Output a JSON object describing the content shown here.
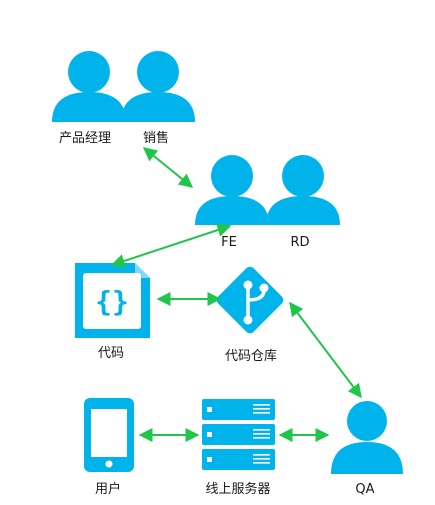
{
  "colors": {
    "icon": "#00b3ea",
    "arrow": "#1fc64a",
    "text": "#1a1a1a"
  },
  "nodes": {
    "product_manager": {
      "label": "产品经理",
      "icon": "person-icon"
    },
    "sales": {
      "label": "销售",
      "icon": "person-icon"
    },
    "fe": {
      "label": "FE",
      "icon": "person-icon"
    },
    "rd": {
      "label": "RD",
      "icon": "person-icon"
    },
    "code": {
      "label": "代码",
      "icon": "code-file-icon"
    },
    "repo": {
      "label": "代码仓库",
      "icon": "git-repo-icon"
    },
    "user": {
      "label": "用户",
      "icon": "mobile-phone-icon"
    },
    "server": {
      "label": "线上服务器",
      "icon": "server-rack-icon"
    },
    "qa": {
      "label": "QA",
      "icon": "person-icon"
    }
  },
  "edges": [
    {
      "from": "sales",
      "to": "fe",
      "direction": "both"
    },
    {
      "from": "fe",
      "to": "code",
      "direction": "both"
    },
    {
      "from": "code",
      "to": "repo",
      "direction": "both"
    },
    {
      "from": "repo",
      "to": "qa",
      "direction": "both"
    },
    {
      "from": "user",
      "to": "server",
      "direction": "both"
    },
    {
      "from": "server",
      "to": "qa",
      "direction": "both"
    }
  ]
}
